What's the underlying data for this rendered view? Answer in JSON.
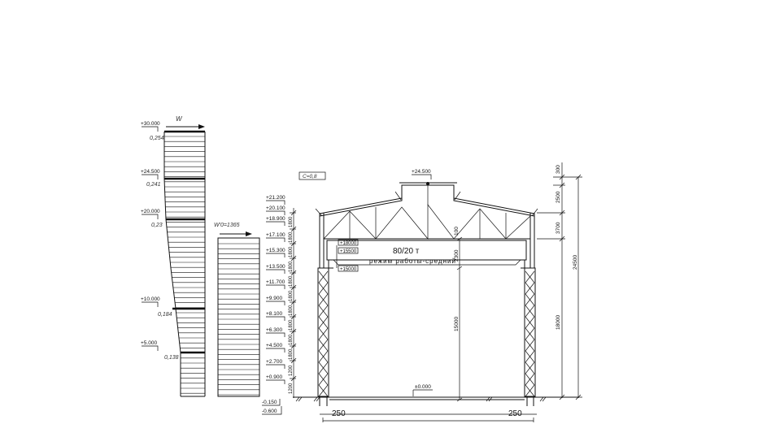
{
  "wind": {
    "title": "W",
    "levels": [
      {
        "mark": "+30.000",
        "coef": "0,254"
      },
      {
        "mark": "+24.500",
        "coef": "0,241"
      },
      {
        "mark": "+20.000",
        "coef": "0,23"
      },
      {
        "mark": "+10.000",
        "coef": "0,184"
      },
      {
        "mark": "+5.000",
        "coef": "0,138"
      }
    ],
    "design_label": "W'0=1365"
  },
  "levels": [
    "+21.200",
    "+20.100",
    "+18.900",
    "+17.100",
    "+15.300",
    "+13.500",
    "+11.700",
    "+9.900",
    "+8.100",
    "+6.300",
    "+4.500",
    "+2.700",
    "+0.900"
  ],
  "column_dims": [
    "1800",
    "1800",
    "1800",
    "1800",
    "1800",
    "1800",
    "1800",
    "1800",
    "1800",
    "1800",
    "1200",
    "1200"
  ],
  "bottom_levels": [
    "-0.150",
    "-0.600"
  ],
  "c_label": "C=0,8",
  "ridge_level": "+24.500",
  "crane": {
    "capacity": "80/20 т",
    "mode": "режим работы-средний",
    "rail_top": "+18000",
    "beam": "+15500",
    "console": "+15000",
    "gap": "100",
    "rail_height": "2300",
    "clear_height": "15000"
  },
  "floor_level": "±0.000",
  "right_dims": {
    "d300": "300",
    "d2500": "2500",
    "d3700": "3700",
    "d18000": "18000",
    "total": "24500"
  },
  "offsets": [
    "250",
    "250"
  ]
}
